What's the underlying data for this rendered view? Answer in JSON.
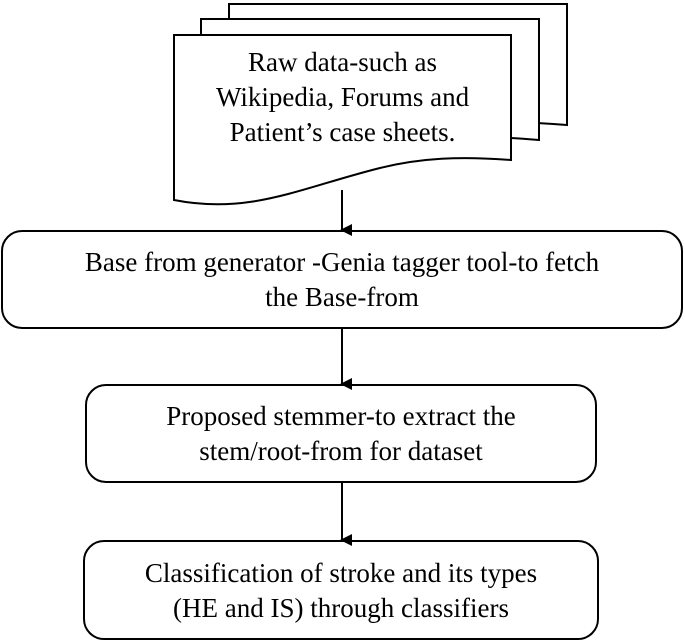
{
  "diagram": {
    "nodes": [
      {
        "id": "raw-data",
        "shape": "multi-document",
        "lines": [
          "Raw data-such as",
          "Wikipedia, Forums and",
          "Patient’s case sheets."
        ]
      },
      {
        "id": "base-form-generator",
        "shape": "rounded-rectangle",
        "lines": [
          "Base from generator -Genia tagger tool-to fetch",
          "the Base-from"
        ]
      },
      {
        "id": "proposed-stemmer",
        "shape": "rounded-rectangle",
        "lines": [
          "Proposed stemmer-to extract the",
          "stem/root-from for dataset"
        ]
      },
      {
        "id": "classification",
        "shape": "rounded-rectangle",
        "lines": [
          "Classification of stroke and its types",
          "(HE and IS) through classifiers"
        ]
      }
    ],
    "edges": [
      {
        "from": "raw-data",
        "to": "base-form-generator"
      },
      {
        "from": "base-form-generator",
        "to": "proposed-stemmer"
      },
      {
        "from": "proposed-stemmer",
        "to": "classification"
      }
    ],
    "colors": {
      "stroke": "#000000",
      "fill": "#ffffff",
      "text": "#000000"
    }
  }
}
